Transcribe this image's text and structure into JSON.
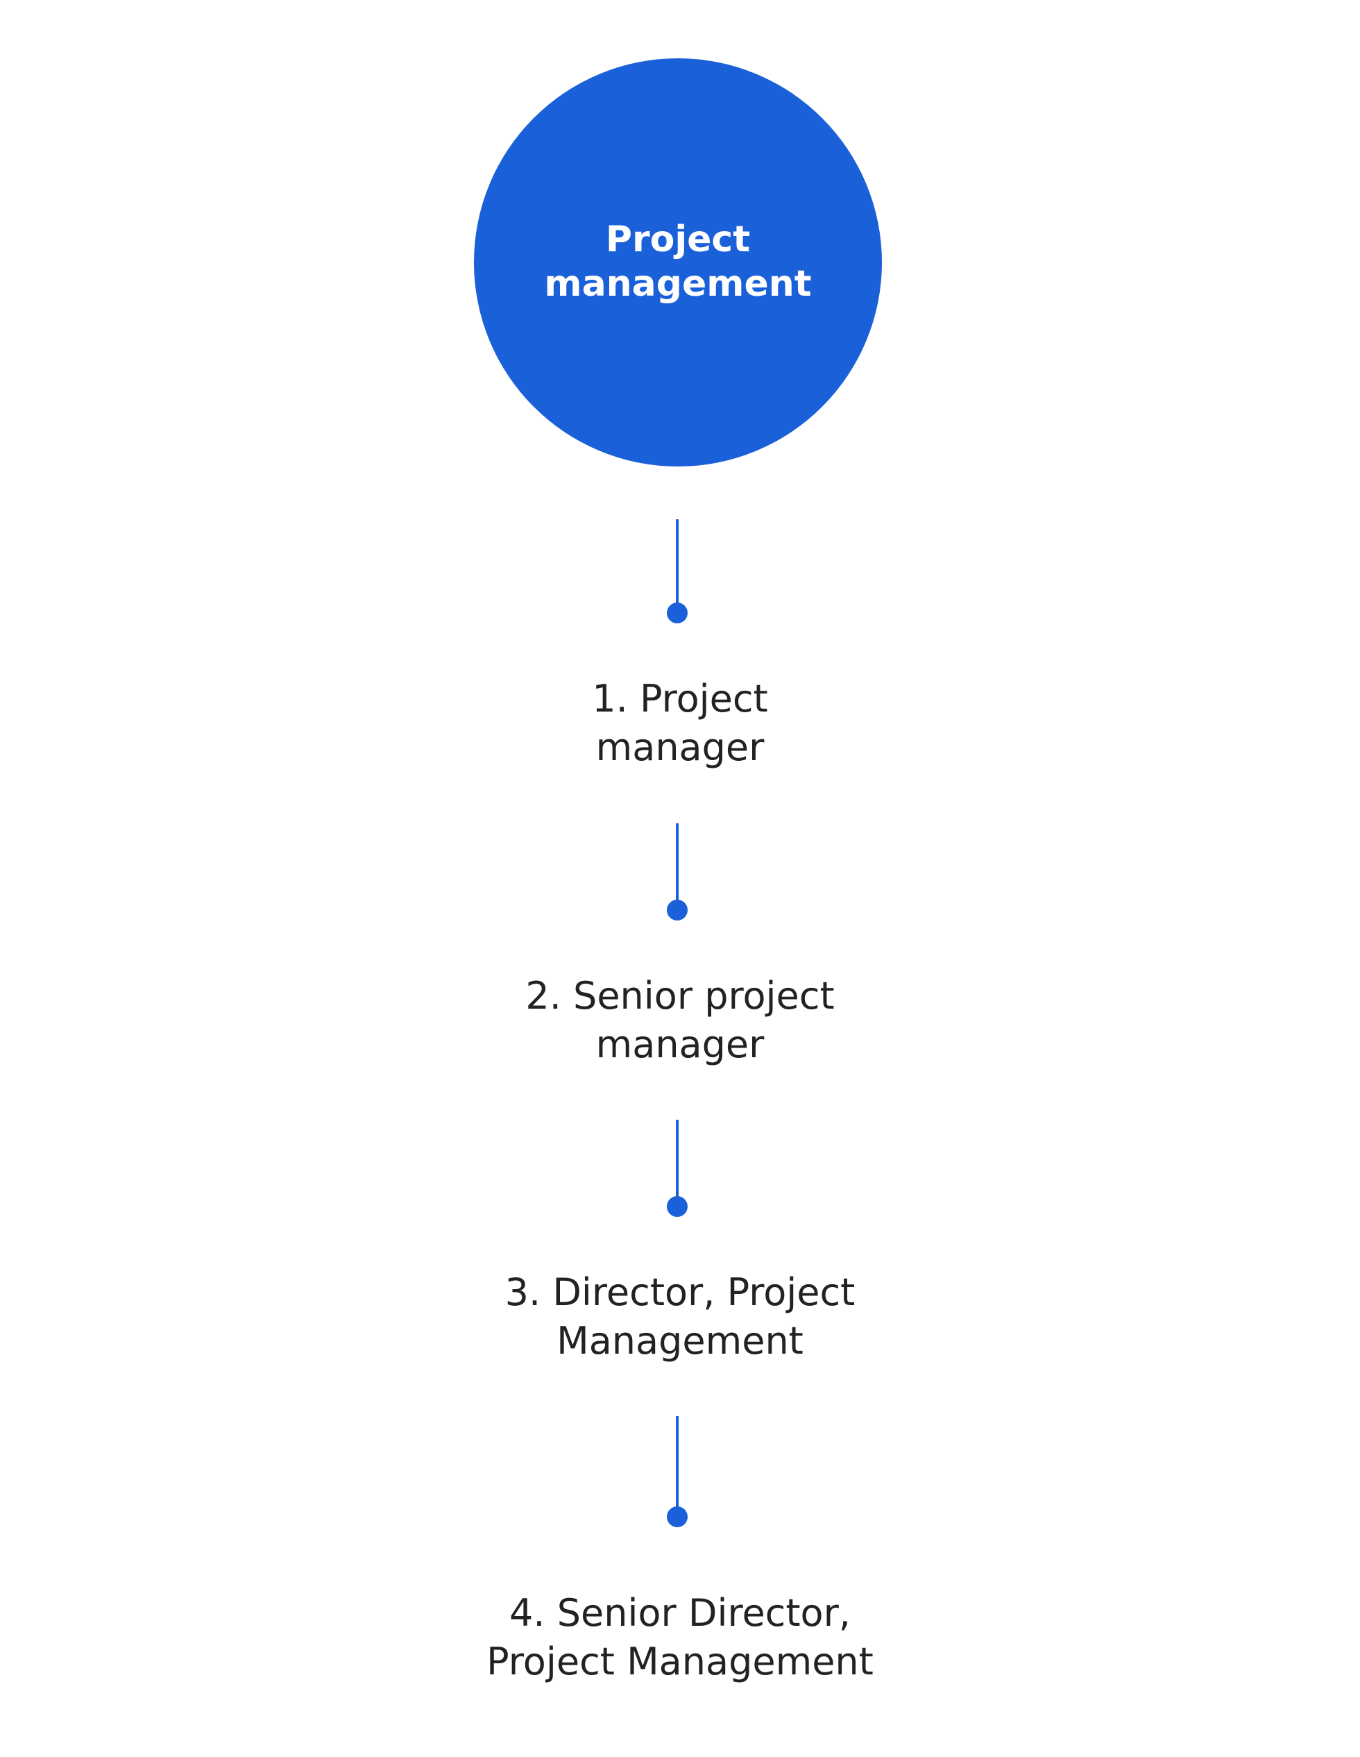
{
  "root": {
    "line1": "Project",
    "line2": "management"
  },
  "steps": [
    {
      "line1": "1. Project",
      "line2": "manager"
    },
    {
      "line1": "2. Senior project",
      "line2": "manager"
    },
    {
      "line1": "3. Director, Project",
      "line2": "Management"
    },
    {
      "line1": "4. Senior Director,",
      "line2": "Project Management"
    }
  ],
  "colors": {
    "accent": "#1a60d9",
    "text": "#222222",
    "background": "#ffffff"
  }
}
